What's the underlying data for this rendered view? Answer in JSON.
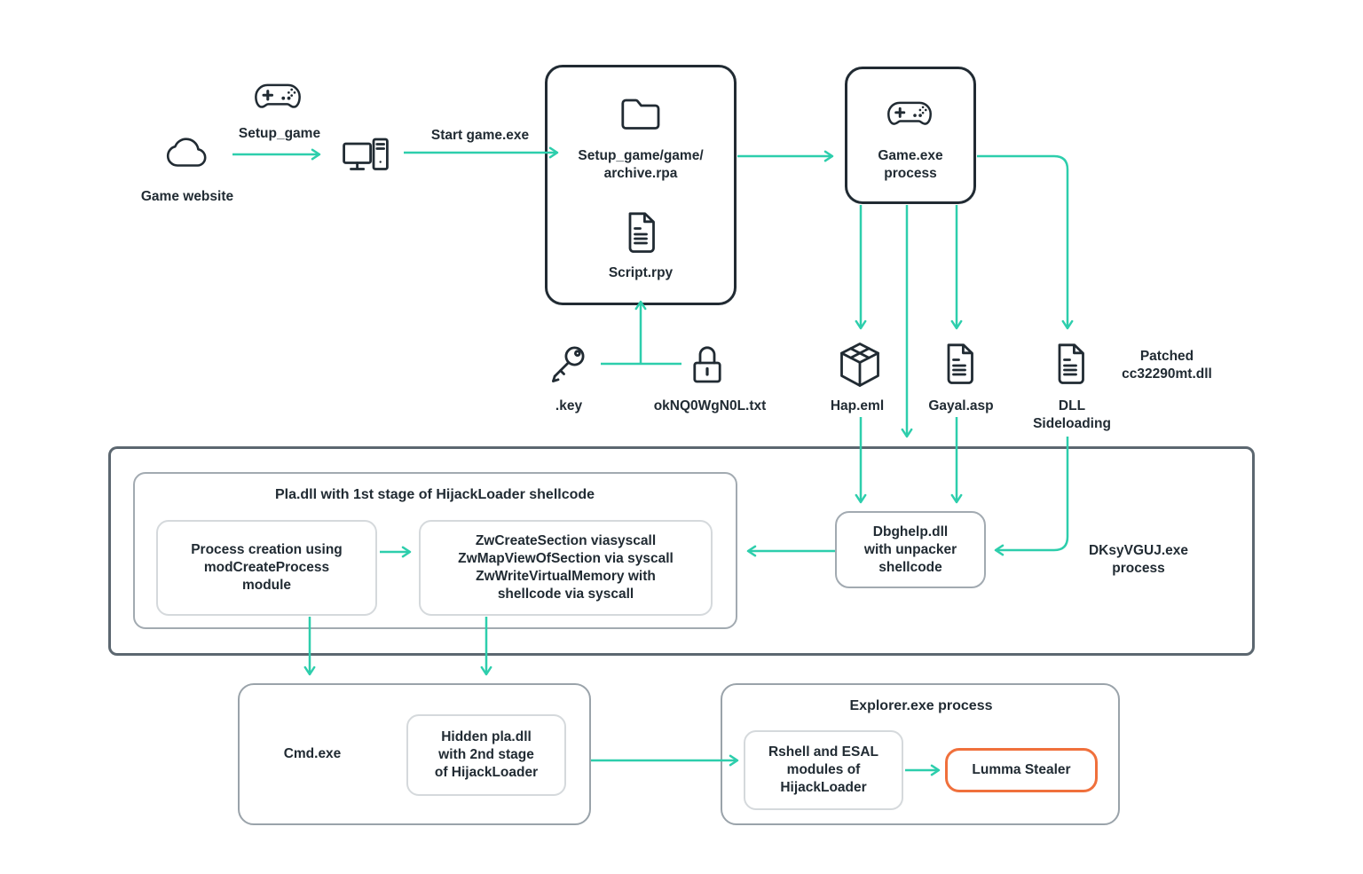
{
  "colors": {
    "accent_teal": "#2DCEAC",
    "ink_dark": "#212b33",
    "container_border": "#5c6770",
    "mid_gray_border": "#a2aab1",
    "light_gray_border": "#d5d9dc",
    "orange_border": "#f0703c",
    "background": "#ffffff"
  },
  "edges": {
    "setup_game_label": "Setup_game",
    "start_game_label": "Start game.exe"
  },
  "nodes": {
    "game_website": {
      "label": "Game website"
    },
    "setup_box": {
      "path_line1": "Setup_game/game/",
      "path_line2": "archive.rpa",
      "script_label": "Script.rpy"
    },
    "key_file": {
      "label": ".key"
    },
    "lock_file": {
      "label": "okNQ0WgN0L.txt"
    },
    "game_exe": {
      "line1": "Game.exe",
      "line2": "process"
    },
    "hap": {
      "label": "Hap.eml"
    },
    "gayal": {
      "label": "Gayal.asp"
    },
    "dll_sideloading": {
      "line1": "DLL",
      "line2": "Sideloading"
    },
    "patched_dll": {
      "line1": "Patched",
      "line2": "cc32290mt.dll"
    },
    "dbghelp": {
      "line1": "Dbghelp.dll",
      "line2": "with unpacker",
      "line3": "shellcode"
    },
    "dksyvguj": {
      "line1": "DKsyVGUJ.exe",
      "line2": "process"
    },
    "pla": {
      "title": "Pla.dll with 1st stage of HijackLoader shellcode"
    },
    "process_creation": {
      "line1": "Process creation using",
      "line2": "modCreateProcess",
      "line3": "module"
    },
    "zw_calls": {
      "line1": "ZwCreateSection viasyscall",
      "line2": "ZwMapViewOfSection via syscall",
      "line3": "ZwWriteVirtualMemory with",
      "line4": "shellcode via syscall"
    },
    "cmd": {
      "label": "Cmd.exe"
    },
    "hidden_pla": {
      "line1": "Hidden pla.dll",
      "line2": "with 2nd stage",
      "line3": "of HijackLoader"
    },
    "explorer": {
      "title": "Explorer.exe process"
    },
    "rshell": {
      "line1": "Rshell and ESAL",
      "line2": "modules of",
      "line3": "HijackLoader"
    },
    "lumma": {
      "label": "Lumma Stealer"
    }
  }
}
